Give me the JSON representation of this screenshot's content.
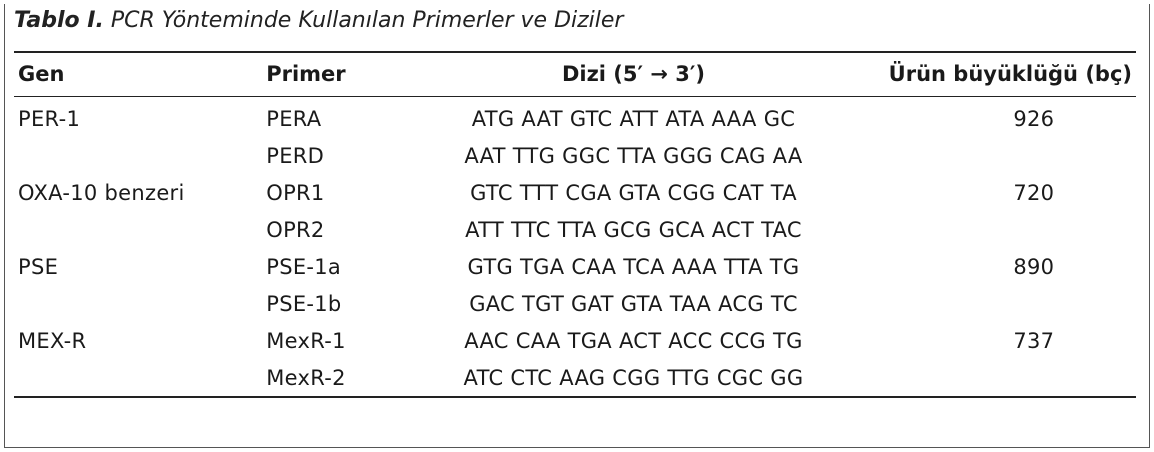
{
  "caption": {
    "label": "Tablo I.",
    "title": " PCR Yönteminde Kullanılan Primerler ve Diziler"
  },
  "columns": {
    "gen": "Gen",
    "primer": "Primer",
    "dizi": "Dizi (5′ → 3′)",
    "urun": "Ürün büyüklüğü (bç)"
  },
  "rows": [
    {
      "gen": "PER-1",
      "primer": "PERA",
      "dizi": "ATG AAT GTC ATT ATA AAA GC",
      "urun": "926"
    },
    {
      "gen": "",
      "primer": "PERD",
      "dizi": "AAT TTG GGC TTA GGG CAG AA",
      "urun": ""
    },
    {
      "gen": "OXA-10 benzeri",
      "primer": "OPR1",
      "dizi": "GTC TTT CGA GTA CGG CAT TA",
      "urun": "720"
    },
    {
      "gen": "",
      "primer": "OPR2",
      "dizi": "ATT TTC TTA GCG GCA ACT TAC",
      "urun": ""
    },
    {
      "gen": "PSE",
      "primer": "PSE-1a",
      "dizi": "GTG TGA CAA TCA AAA TTA TG",
      "urun": "890"
    },
    {
      "gen": "",
      "primer": "PSE-1b",
      "dizi": "GAC TGT GAT GTA TAA ACG TC",
      "urun": ""
    },
    {
      "gen": "MEX-R",
      "primer": "MexR-1",
      "dizi": "AAC CAA TGA ACT ACC CCG TG",
      "urun": "737"
    },
    {
      "gen": "",
      "primer": "MexR-2",
      "dizi": "ATC CTC AAG CGG TTG CGC GG",
      "urun": ""
    }
  ]
}
